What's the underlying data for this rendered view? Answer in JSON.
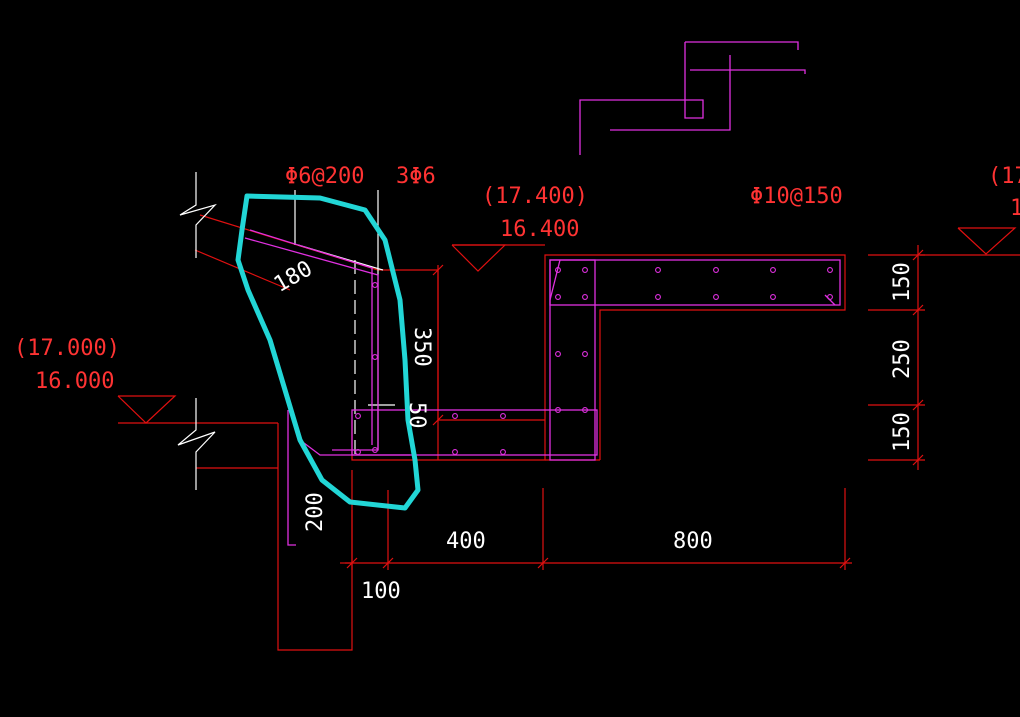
{
  "drawing": {
    "labels": {
      "rebar_stirrup_left": "Φ6@200",
      "rebar_main_left": "3Φ6",
      "rebar_stirrup_right": "Φ10@150",
      "dim_180": "180",
      "dim_350": "350",
      "dim_50": "50",
      "dim_200": "200",
      "dim_400": "400",
      "dim_800": "800",
      "dim_100": "100",
      "dim_150_top": "150",
      "dim_250": "250",
      "dim_150_bottom": "150"
    },
    "elevations": {
      "left_design": "(17.000)",
      "left_structural": "16.000",
      "middle_design": "(17.400)",
      "middle_structural": "16.400",
      "right_design_partial": "(17",
      "right_structural_partial": "1"
    },
    "colors": {
      "background": "#000000",
      "structure": "#e01010",
      "rebar": "#e030e0",
      "dimension_text": "#ffffff",
      "annotation_text": "#ff3333",
      "highlight": "#22d6d6"
    }
  }
}
